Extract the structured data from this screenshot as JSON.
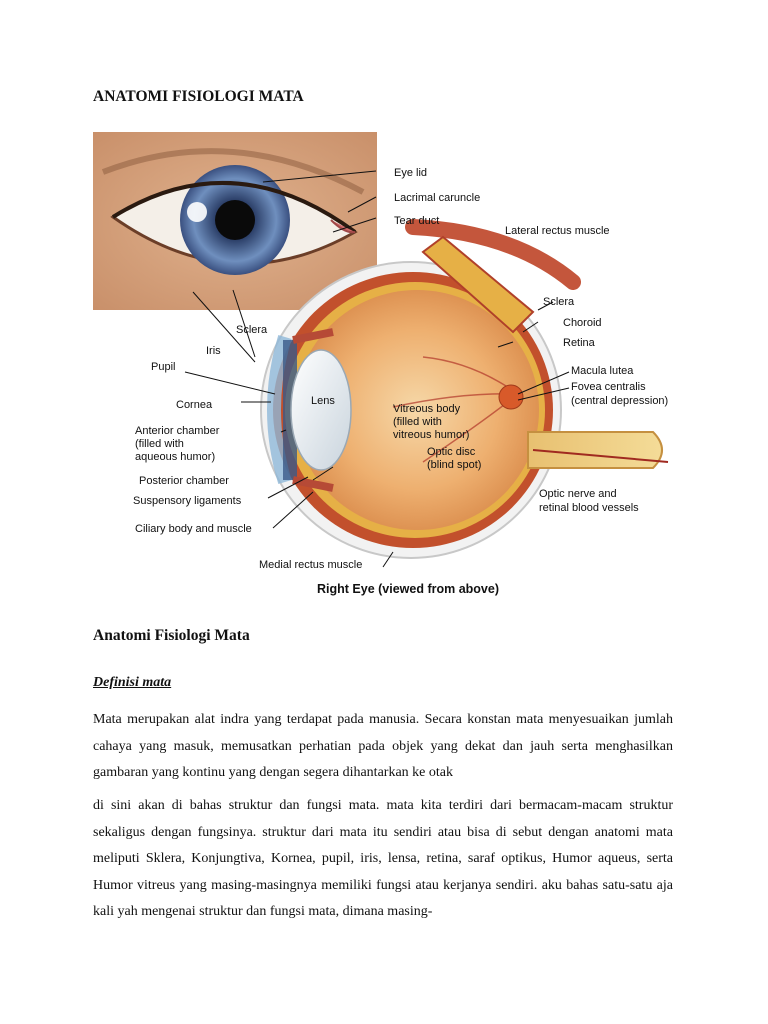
{
  "page": {
    "title": "ANATOMI FISIOLOGI MATA",
    "section_heading": "Anatomi Fisiologi Mata",
    "sub_heading": "Definisi mata",
    "paragraphs": [
      "Mata merupakan alat indra yang terdapat pada manusia. Secara konstan mata menyesuaikan jumlah cahaya yang masuk, memusatkan perhatian pada objek yang dekat dan jauh serta menghasilkan gambaran yang kontinu yang dengan segera dihantarkan ke otak",
      "di sini akan di bahas struktur dan fungsi mata. mata kita terdiri dari bermacam-macam struktur sekaligus dengan fungsinya. struktur dari mata itu sendiri atau bisa di sebut dengan anatomi mata meliputi Sklera, Konjungtiva, Kornea, pupil, iris, lensa, retina, saraf optikus, Humor aqueus, serta Humor vitreus yang masing-masingnya memiliki fungsi atau kerjanya sendiri. aku bahas satu-satu aja kali yah mengenai struktur dan fungsi mata, dimana masing-"
    ]
  },
  "figure": {
    "caption": "Right Eye (viewed from above)",
    "labels": {
      "eye_lid": "Eye lid",
      "lacrimal_caruncle": "Lacrimal caruncle",
      "tear_duct": "Tear duct",
      "lateral_rectus": "Lateral rectus muscle",
      "sclera_right": "Sclera",
      "choroid": "Choroid",
      "retina": "Retina",
      "macula_lutea": "Macula lutea",
      "fovea_1": "Fovea centralis",
      "fovea_2": "(central depression)",
      "optic_nerve_1": "Optic nerve and",
      "optic_nerve_2": "retinal blood vessels",
      "sclera_left": "Sclera",
      "iris": "Iris",
      "pupil": "Pupil",
      "cornea": "Cornea",
      "lens": "Lens",
      "anterior_1": "Anterior chamber",
      "anterior_2": "(filled with",
      "anterior_3": "aqueous humor)",
      "vitreous_1": "Vitreous body",
      "vitreous_2": "(filled with",
      "vitreous_3": "vitreous humor)",
      "optic_disc_1": "Optic disc",
      "optic_disc_2": "(blind spot)",
      "posterior_chamber": "Posterior chamber",
      "suspensory": "Suspensory ligaments",
      "ciliary": "Ciliary body and muscle",
      "medial_rectus": "Medial rectus muscle"
    }
  }
}
